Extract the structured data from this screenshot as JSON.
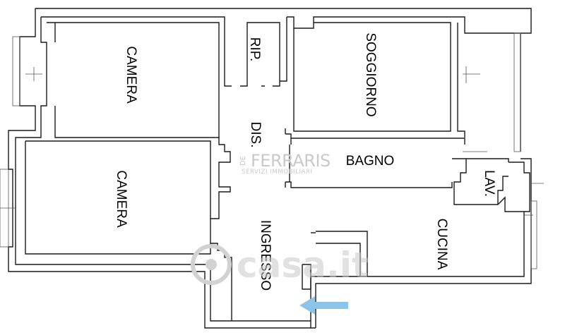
{
  "rooms": {
    "camera_top": "CAMERA",
    "rip": "RIP.",
    "soggiorno": "SOGGIORNO",
    "dis": "DIS.",
    "bagno": "BAGNO",
    "camera_left": "CAMERA",
    "lav": "LAV.",
    "ingresso": "INGRESSO",
    "cucina": "CUCINA"
  },
  "watermark": {
    "brand_prefix": "DE",
    "brand": "FERRARIS",
    "tagline": "SERVIZI IMMOBILIARI",
    "portal": "casa.it"
  },
  "icons": {
    "entrance": "entrance-arrow-icon"
  },
  "colors": {
    "wall": "#1a1a1a",
    "arrow": "#8cc4ea",
    "watermark": "#c9c9c9"
  }
}
